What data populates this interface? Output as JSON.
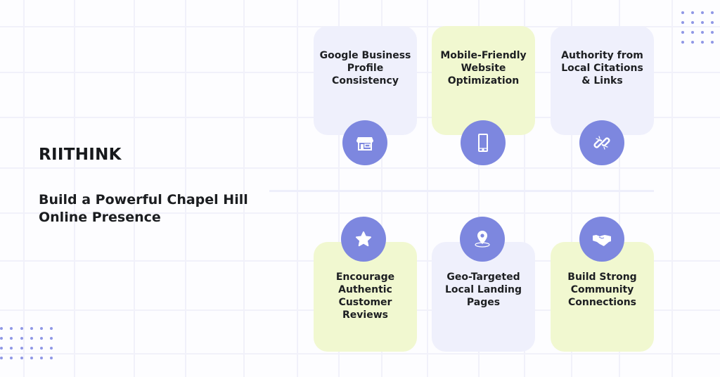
{
  "brand": {
    "name": "RIITHINK"
  },
  "headline": "Build a Powerful Chapel Hill Online Presence",
  "colors": {
    "accent": "#7d87df",
    "card_lavender": "#eff0fc",
    "card_lime": "#f1f8d0",
    "text": "#1d1f22",
    "grid": "#f1f1fa"
  },
  "cards": {
    "top": [
      {
        "title": "Google Business Profile Consistency",
        "icon": "storefront-icon",
        "bg": "lavender"
      },
      {
        "title": "Mobile-Friendly Website Optimization",
        "icon": "smartphone-icon",
        "bg": "lime"
      },
      {
        "title": "Authority from Local Citations & Links",
        "icon": "chain-link-icon",
        "bg": "lavender"
      }
    ],
    "bottom": [
      {
        "title": "Encourage Authentic Customer Reviews",
        "icon": "star-icon",
        "bg": "lime"
      },
      {
        "title": "Geo-Targeted Local Landing Pages",
        "icon": "map-pin-icon",
        "bg": "lavender"
      },
      {
        "title": "Build Strong Community Connections",
        "icon": "handshake-icon",
        "bg": "lime"
      }
    ]
  }
}
